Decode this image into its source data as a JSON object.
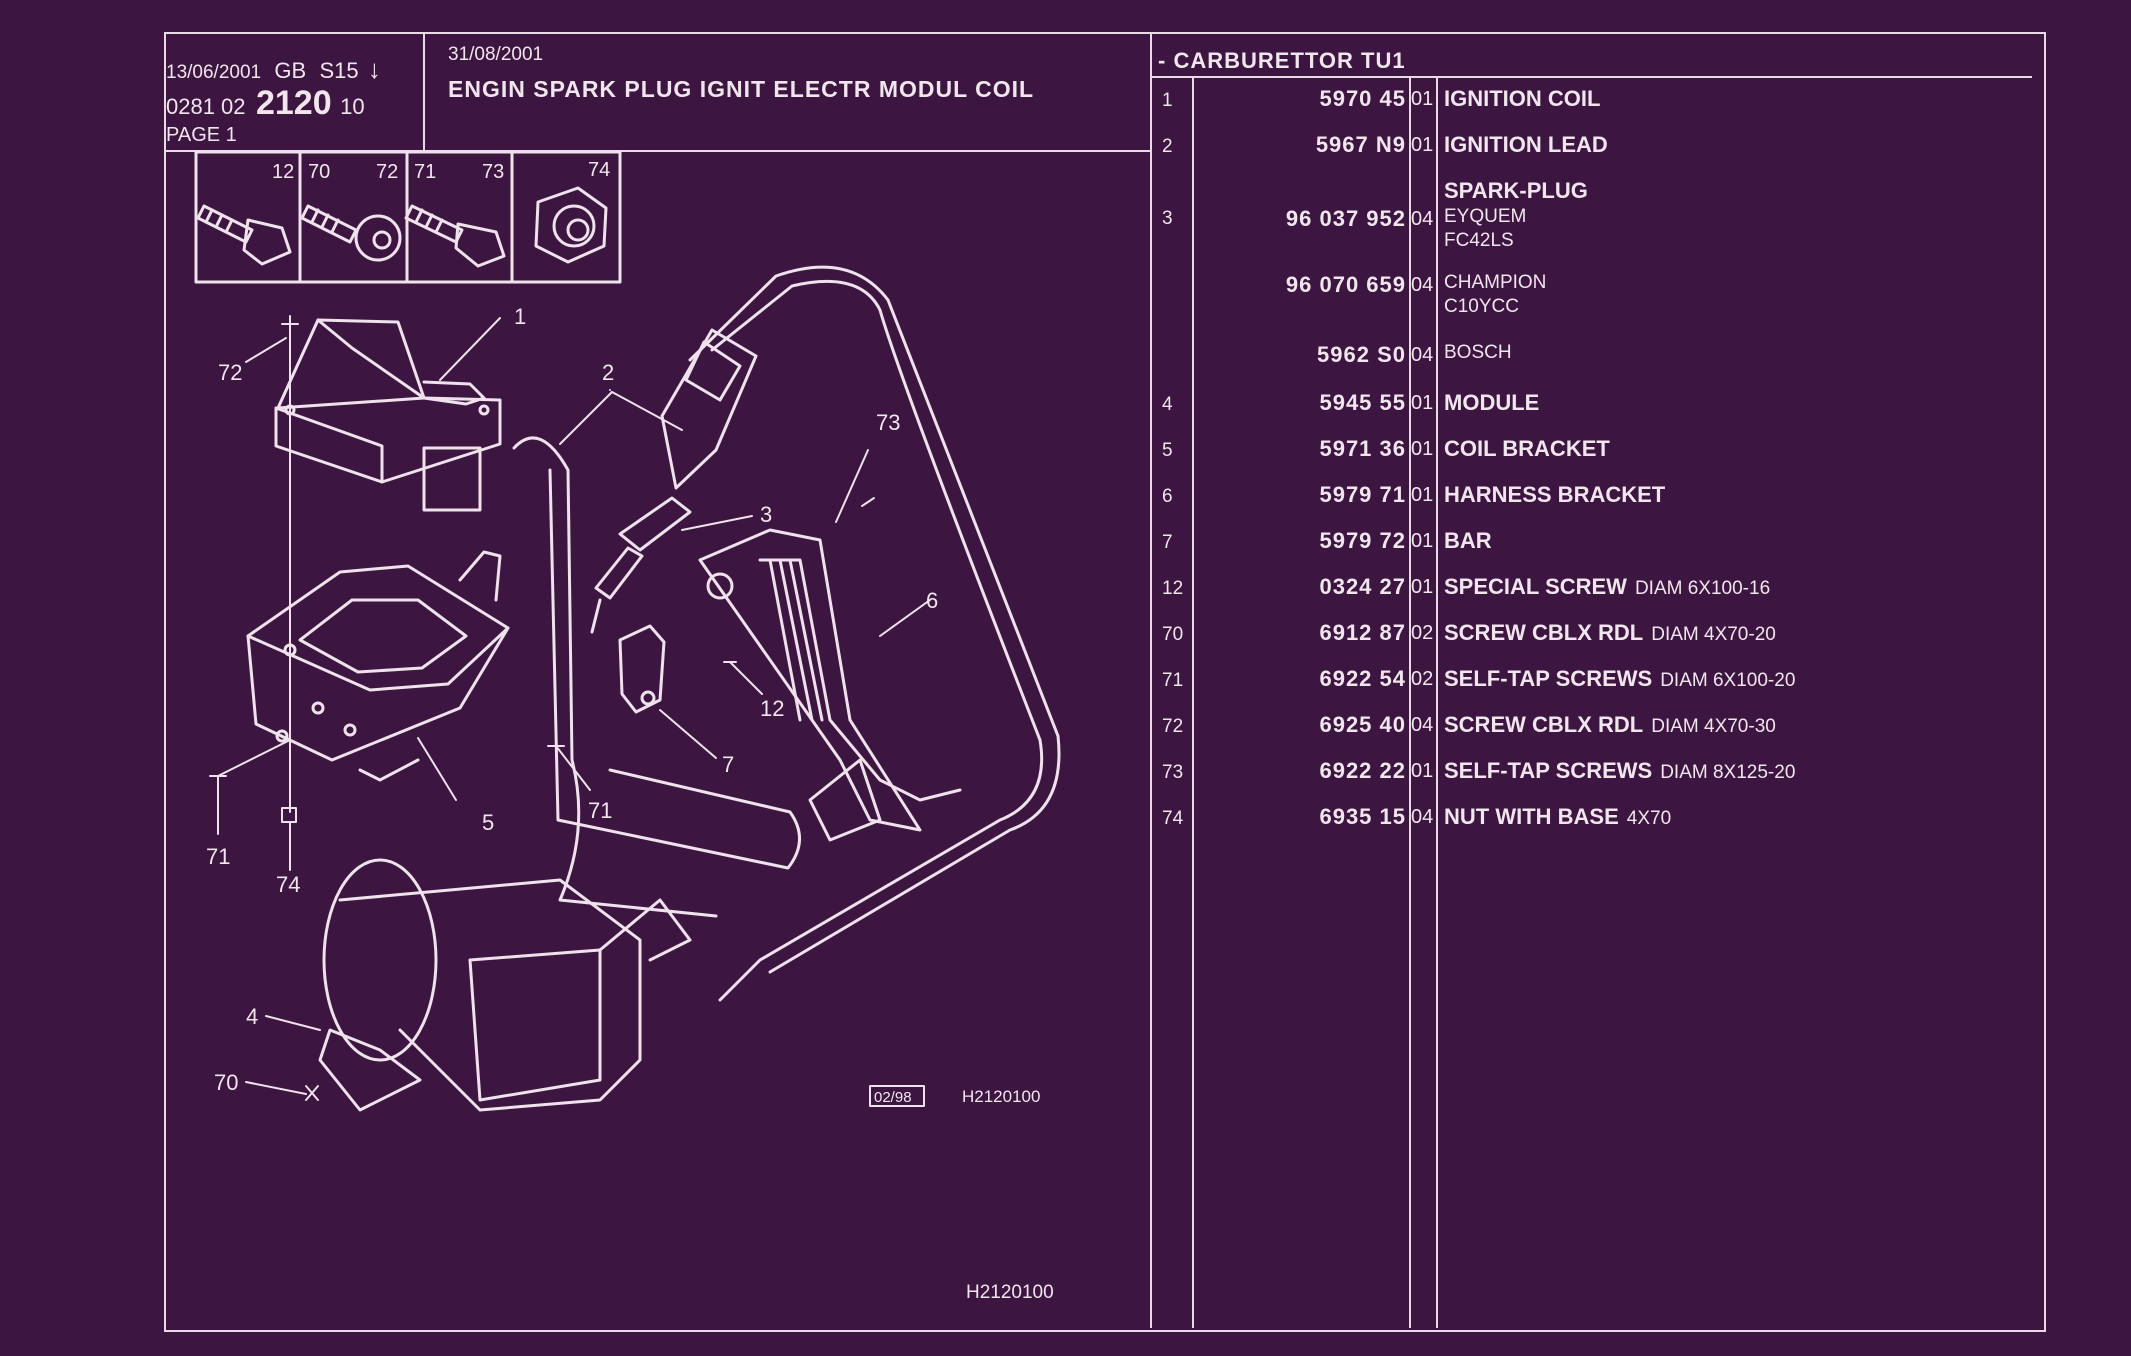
{
  "header": {
    "date1": "13/06/2001",
    "lang": "GB",
    "code_s": "S15",
    "arrow": "↓",
    "ref_prefix": "0281 02",
    "ref_main": "2120",
    "ref_suffix": "10",
    "page": "PAGE 1",
    "date2": "31/08/2001",
    "title": "ENGIN SPARK PLUG IGNIT ELECTR MODUL COIL",
    "section": "- CARBURETTOR TU1"
  },
  "hardware_labels": [
    "12",
    "70",
    "72",
    "71",
    "73",
    "74"
  ],
  "diagram": {
    "callouts": [
      "1",
      "2",
      "3",
      "4",
      "5",
      "6",
      "7",
      "12",
      "70",
      "71",
      "71",
      "72",
      "73",
      "74"
    ],
    "stamp": "02/98",
    "ref_code": "H2120100",
    "footer_code": "H2120100"
  },
  "parts": [
    {
      "idx": "1",
      "ref": "5970 45",
      "qty": "01",
      "desc": "IGNITION COIL",
      "spec": ""
    },
    {
      "idx": "2",
      "ref": "5967 N9",
      "qty": "01",
      "desc": "IGNITION LEAD",
      "spec": ""
    },
    {
      "idx": "3",
      "ref": "96 037 952",
      "qty": "04",
      "desc": "SPARK-PLUG",
      "spec": "",
      "sub": [
        "EYQUEM",
        "FC42LS"
      ]
    },
    {
      "idx": "",
      "ref": "96 070 659",
      "qty": "04",
      "desc": "",
      "spec": "",
      "sub": [
        "CHAMPION",
        "C10YCC"
      ]
    },
    {
      "idx": "",
      "ref": "5962 S0",
      "qty": "04",
      "desc": "",
      "spec": "",
      "sub": [
        "BOSCH"
      ]
    },
    {
      "idx": "4",
      "ref": "5945 55",
      "qty": "01",
      "desc": "MODULE",
      "spec": ""
    },
    {
      "idx": "5",
      "ref": "5971 36",
      "qty": "01",
      "desc": "COIL BRACKET",
      "spec": ""
    },
    {
      "idx": "6",
      "ref": "5979 71",
      "qty": "01",
      "desc": "HARNESS BRACKET",
      "spec": ""
    },
    {
      "idx": "7",
      "ref": "5979 72",
      "qty": "01",
      "desc": "BAR",
      "spec": ""
    },
    {
      "idx": "12",
      "ref": "0324 27",
      "qty": "01",
      "desc": "SPECIAL SCREW",
      "spec": "DIAM 6X100-16"
    },
    {
      "idx": "70",
      "ref": "6912 87",
      "qty": "02",
      "desc": "SCREW CBLX RDL",
      "spec": "DIAM 4X70-20"
    },
    {
      "idx": "71",
      "ref": "6922 54",
      "qty": "02",
      "desc": "SELF-TAP SCREWS",
      "spec": "DIAM 6X100-20"
    },
    {
      "idx": "72",
      "ref": "6925 40",
      "qty": "04",
      "desc": "SCREW CBLX RDL",
      "spec": "DIAM 4X70-30"
    },
    {
      "idx": "73",
      "ref": "6922 22",
      "qty": "01",
      "desc": "SELF-TAP SCREWS",
      "spec": "DIAM 8X125-20"
    },
    {
      "idx": "74",
      "ref": "6935 15",
      "qty": "04",
      "desc": "NUT WITH BASE",
      "spec": "4X70"
    }
  ]
}
